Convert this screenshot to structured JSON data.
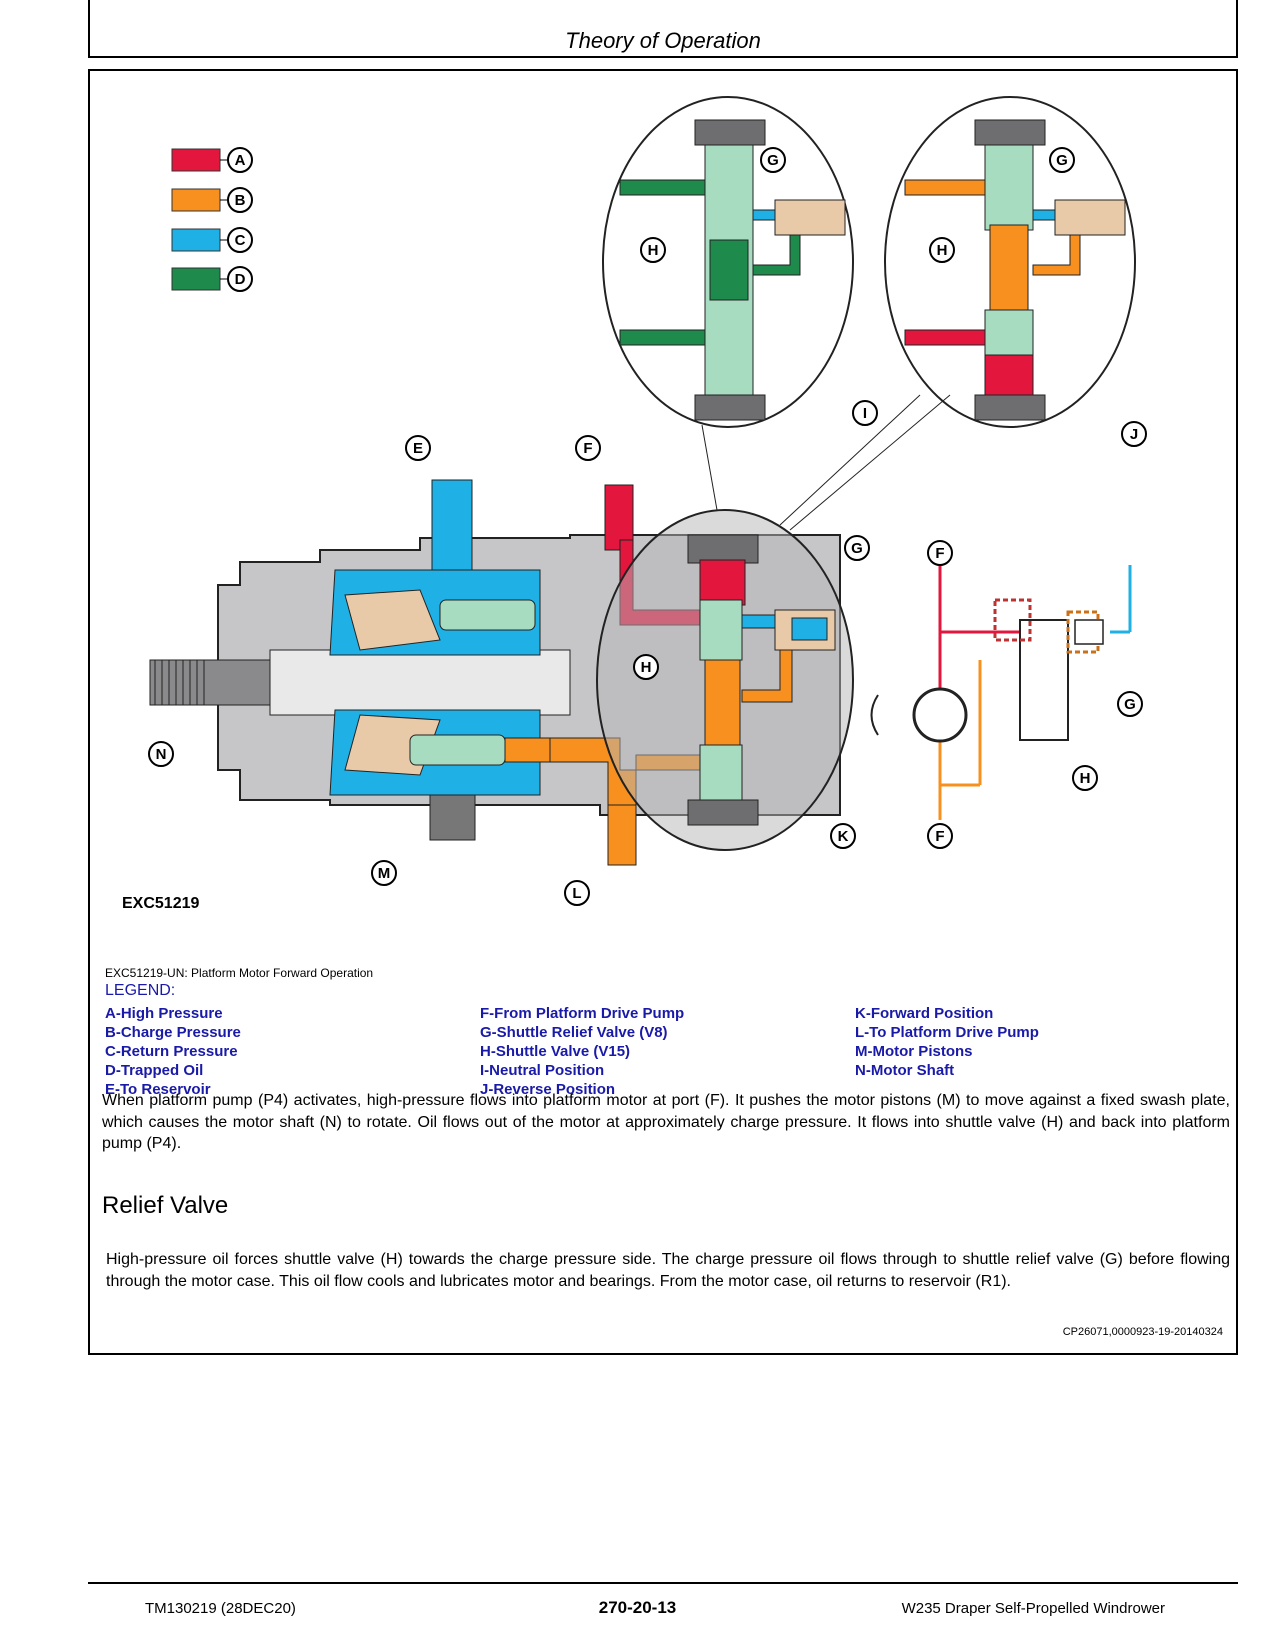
{
  "header": {
    "title": "Theory of Operation"
  },
  "figure": {
    "id": "EXC51219",
    "caption": "EXC51219-UN: Platform Motor Forward Operation",
    "legend_colors": {
      "A": "#e3173e",
      "B": "#f7901e",
      "C": "#1fb0e6",
      "D": "#1e8a4c"
    },
    "callouts": [
      "A",
      "B",
      "C",
      "D",
      "E",
      "F",
      "G",
      "H",
      "I",
      "J",
      "K",
      "L",
      "M",
      "N"
    ]
  },
  "legend": {
    "title": "LEGEND:",
    "col1": [
      "A-High Pressure",
      "B-Charge Pressure",
      "C-Return Pressure",
      "D-Trapped Oil",
      "E-To Reservoir"
    ],
    "col2": [
      "F-From Platform Drive Pump",
      "G-Shuttle Relief Valve (V8)",
      "H-Shuttle Valve (V15)",
      "I-Neutral Position",
      "J-Reverse Position"
    ],
    "col3": [
      "K-Forward Position",
      "L-To Platform Drive Pump",
      "M-Motor Pistons",
      "N-Motor Shaft"
    ]
  },
  "body": {
    "para1": "When platform pump (P4) activates, high-pressure flows into platform motor at port (F). It pushes the motor pistons (M) to move against a fixed swash plate, which causes the motor shaft (N) to rotate. Oil flows out of the motor at approximately charge pressure. It flows into shuttle valve (H) and back into platform pump (P4).",
    "section_title": "Relief Valve",
    "para2": "High-pressure oil forces shuttle valve (H) towards the charge pressure side. The charge pressure oil flows through to shuttle relief valve (G) before flowing through the motor case. This oil flow cools and lubricates motor and bearings. From the motor case, oil returns to reservoir (R1).",
    "reference": "CP26071,0000923-19-20140324"
  },
  "footer": {
    "left": "TM130219 (28DEC20)",
    "center": "270-20-13",
    "right": "W235 Draper Self-Propelled Windrower"
  }
}
